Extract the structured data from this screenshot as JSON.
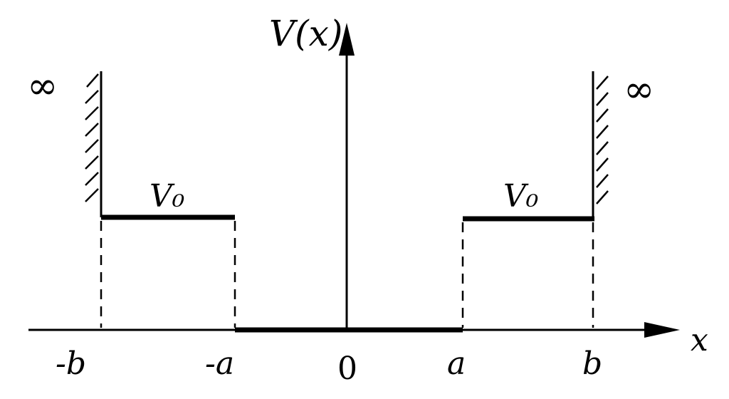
{
  "diagram": {
    "title": "Potential well V(x)",
    "y_axis_label": "V(x)",
    "x_axis_label": "x",
    "infinity_left": "∞",
    "infinity_right": "∞",
    "step_label_left": "V₀",
    "step_label_right": "V₀",
    "ticks": [
      "-b",
      "-a",
      "0",
      "a",
      "b"
    ],
    "colors": {
      "ink": "#000000",
      "background": "#ffffff"
    }
  }
}
